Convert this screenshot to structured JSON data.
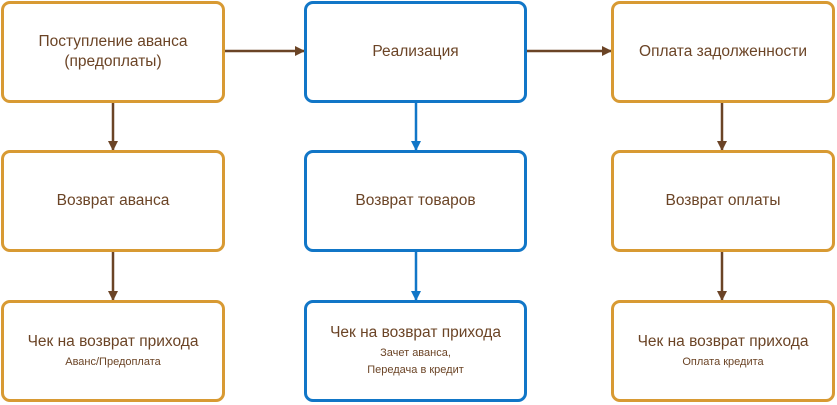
{
  "colors": {
    "orange_border": "#d89a33",
    "blue_border": "#1176c7",
    "text": "#6b4426",
    "arrow_brown": "#6b4426",
    "arrow_blue": "#1176c7"
  },
  "columns": [
    {
      "top": {
        "title": "Поступление аванса (предоплаты)"
      },
      "middle": {
        "title": "Возврат аванса"
      },
      "bottom": {
        "title": "Чек на возврат прихода",
        "subtitle_lines": [
          "Аванс/Предоплата"
        ]
      }
    },
    {
      "top": {
        "title": "Реализация"
      },
      "middle": {
        "title": "Возврат товаров"
      },
      "bottom": {
        "title": "Чек на возврат прихода",
        "subtitle_lines": [
          "Зачет аванса,",
          "Передача в кредит"
        ]
      }
    },
    {
      "top": {
        "title": "Оплата задолженности"
      },
      "middle": {
        "title": "Возврат оплаты"
      },
      "bottom": {
        "title": "Чек на возврат прихода",
        "subtitle_lines": [
          "Оплата кредита"
        ]
      }
    }
  ],
  "connections": [
    {
      "from": "Поступление аванса (предоплаты)",
      "to": "Реализация"
    },
    {
      "from": "Реализация",
      "to": "Оплата задолженности"
    },
    {
      "from": "Поступление аванса (предоплаты)",
      "to": "Возврат аванса"
    },
    {
      "from": "Возврат аванса",
      "to": "Чек на возврат прихода (Аванс/Предоплата)"
    },
    {
      "from": "Реализация",
      "to": "Возврат товаров"
    },
    {
      "from": "Возврат товаров",
      "to": "Чек на возврат прихода (Зачет аванса, Передача в кредит)"
    },
    {
      "from": "Оплата задолженности",
      "to": "Возврат оплаты"
    },
    {
      "from": "Возврат оплаты",
      "to": "Чек на возврат прихода (Оплата кредита)"
    }
  ]
}
